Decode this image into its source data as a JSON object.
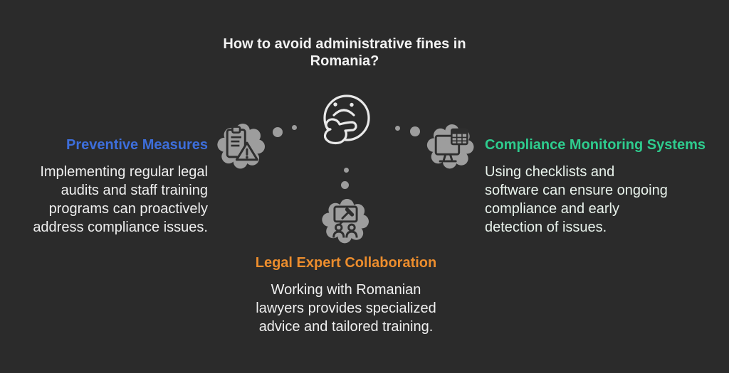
{
  "page": {
    "background": "#2b2b2b",
    "text_color": "#efefef",
    "bubble_gray": "#9d9d9d"
  },
  "title": {
    "lines": [
      "How to avoid administrative fines in",
      "Romania?"
    ]
  },
  "center": {
    "icon": "thinking-face-icon"
  },
  "sections": {
    "preventive": {
      "heading": "Preventive Measures",
      "accent": "#3d6edb",
      "icon": "clipboard-warning-icon",
      "body_lines": [
        "Implementing regular legal",
        "audits and staff training",
        "programs can proactively",
        "address compliance issues."
      ]
    },
    "monitoring": {
      "heading": "Compliance Monitoring Systems",
      "accent": "#2ecc8e",
      "icon": "monitor-spreadsheet-icon",
      "body_lines": [
        "Using checklists and",
        "software can ensure ongoing",
        "compliance and early",
        "detection of issues."
      ]
    },
    "legal": {
      "heading": "Legal Expert Collaboration",
      "accent": "#ec8d2d",
      "icon": "presentation-gavel-icon",
      "body_lines": [
        "Working with Romanian",
        "lawyers provides specialized",
        "advice and tailored training."
      ]
    }
  }
}
